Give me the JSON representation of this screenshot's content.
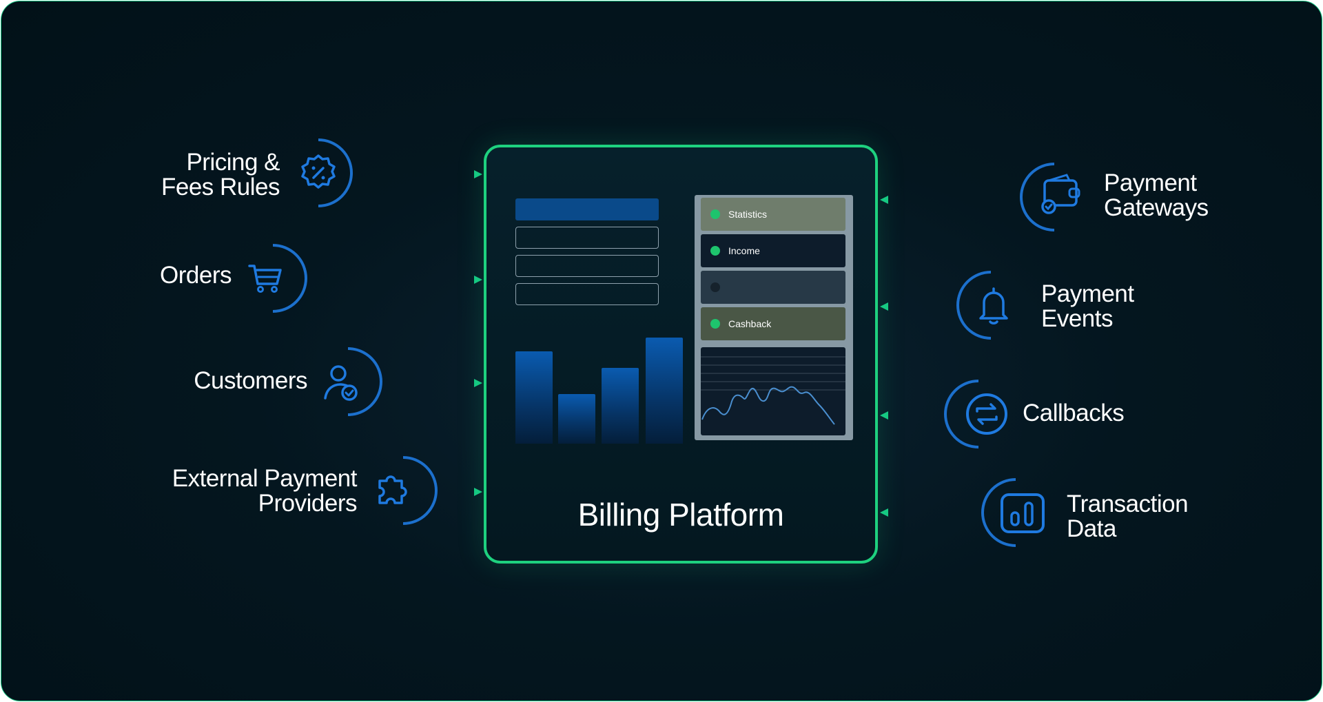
{
  "diagram": {
    "center_title": "Billing Platform",
    "left_items": [
      {
        "label": "Pricing &\nFees Rules",
        "icon": "percent-badge-icon"
      },
      {
        "label": "Orders",
        "icon": "shopping-cart-icon"
      },
      {
        "label": "Customers",
        "icon": "user-check-icon"
      },
      {
        "label": "External Payment\nProviders",
        "icon": "puzzle-icon"
      }
    ],
    "right_items": [
      {
        "label": "Payment\nGateways",
        "icon": "wallet-check-icon"
      },
      {
        "label": "Payment\nEvents",
        "icon": "bell-icon"
      },
      {
        "label": "Callbacks",
        "icon": "repeat-arrows-icon"
      },
      {
        "label": "Transaction\n Data",
        "icon": "bar-chart-icon"
      }
    ],
    "menu_items": [
      "Statistics",
      "Income",
      "",
      "Cashback"
    ]
  },
  "colors": {
    "background": "#03151e",
    "border_green": "#1ed17f",
    "icon_blue": "#1f7ae0",
    "arrow_blue": "#1f7ae0",
    "arrow_green": "#17c983",
    "menu_dot": "#1ec46d"
  }
}
